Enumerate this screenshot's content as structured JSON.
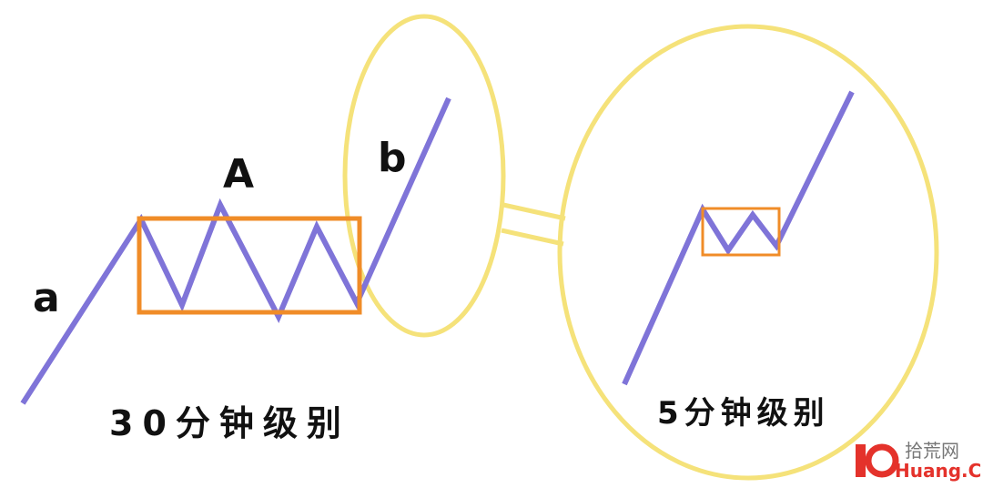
{
  "diagram": {
    "labels": {
      "small_a": "a",
      "big_a": "A",
      "small_b": "b",
      "caption_30min": "30分钟级别",
      "caption_5min": "5分钟级别"
    },
    "colors": {
      "trend_line": "#7f74d8",
      "consolidation_box": "#f08c28",
      "highlight_ellipse": "#f5e27a",
      "text": "#111111"
    }
  },
  "watermark": {
    "logo_number": "10",
    "site_name": "拾荒网",
    "site_domain": "Huang.CN",
    "logo_color": "#e4322b"
  }
}
